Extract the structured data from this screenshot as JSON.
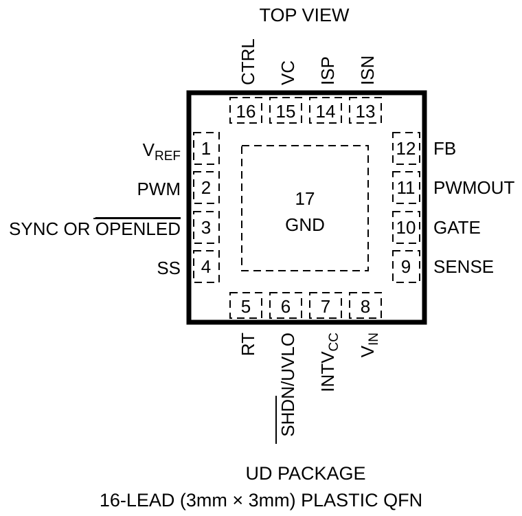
{
  "header": {
    "view": "TOP VIEW"
  },
  "footer": {
    "package": "UD PACKAGE",
    "description": "16-LEAD (3mm × 3mm) PLASTIC QFN"
  },
  "center": {
    "number": "17",
    "name": "GND"
  },
  "pins": {
    "left": [
      {
        "num": "1",
        "name": "V",
        "sub": "REF"
      },
      {
        "num": "2",
        "name": "PWM"
      },
      {
        "num": "3",
        "name": "SYNC OR ",
        "over": "OPENLED"
      },
      {
        "num": "4",
        "name": "SS"
      }
    ],
    "right": [
      {
        "num": "12",
        "name": "FB"
      },
      {
        "num": "11",
        "name": "PWMOUT"
      },
      {
        "num": "10",
        "name": "GATE"
      },
      {
        "num": "9",
        "name": "SENSE"
      }
    ],
    "top": [
      {
        "num": "16",
        "name": "CTRL"
      },
      {
        "num": "15",
        "name": "VC"
      },
      {
        "num": "14",
        "name": "ISP"
      },
      {
        "num": "13",
        "name": "ISN"
      }
    ],
    "bottom": [
      {
        "num": "5",
        "name": "RT"
      },
      {
        "num": "6",
        "over": "SHDN",
        "name": "/UVLO"
      },
      {
        "num": "7",
        "name": "INTV",
        "sub": "CC"
      },
      {
        "num": "8",
        "name": "V",
        "sub": "IN"
      }
    ]
  }
}
